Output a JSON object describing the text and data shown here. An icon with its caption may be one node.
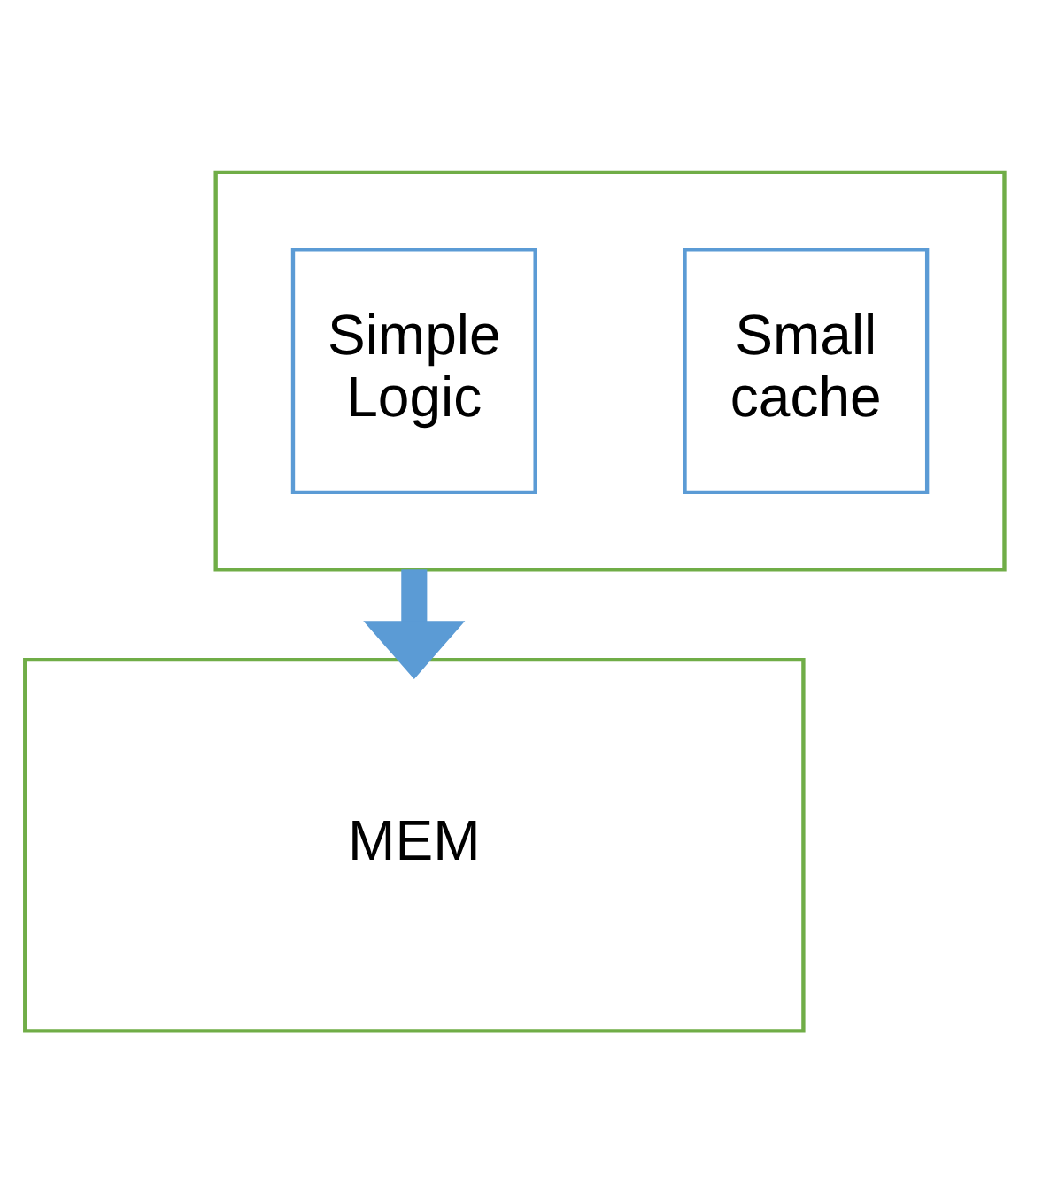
{
  "diagram": {
    "nodes": [
      {
        "text": [],
        "shape": "box"
      },
      {
        "text": [
          "Simple Logic"
        ],
        "in": 0
      },
      {
        "text": [
          "Small cache"
        ],
        "in": 0
      },
      {
        "text": [
          "MEM"
        ]
      }
    ],
    "edges": [
      {
        "from": 0,
        "to": 3,
        "arrow": "to",
        "color": "#5b9bd5"
      }
    ]
  }
}
